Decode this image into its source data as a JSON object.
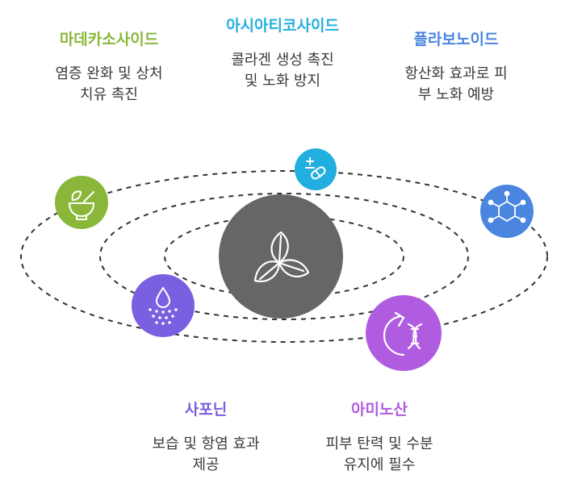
{
  "ingredients": [
    {
      "key": "madecassoside",
      "title": "마데카소사이드",
      "desc_line1": "염증 완화 및 상처",
      "desc_line2": "치유 촉진",
      "color": "#8ab73a",
      "icon": "mortar-pestle-icon"
    },
    {
      "key": "acetyl-hexapeptide",
      "title": "아시아티코사이드",
      "desc_line1": "콜라겐 생성 촉진",
      "desc_line2": "및 노화 방지",
      "color": "#23aee0",
      "icon": "pill-plus-icon"
    },
    {
      "key": "flavonoid",
      "title": "플라보노이드",
      "desc_line1": "항산화 효과로 피",
      "desc_line2": "부 노화 예방",
      "color": "#4a86e0",
      "icon": "molecule-icon"
    },
    {
      "key": "saponin",
      "title": "사포닌",
      "desc_line1": "보습 및 항염 효과",
      "desc_line2": "제공",
      "color": "#7a5fe0",
      "icon": "droplet-icon"
    },
    {
      "key": "amino-acid",
      "title": "아미노산",
      "desc_line1": "피부 탄력 및 수분",
      "desc_line2": "유지에 필수",
      "color": "#b05ce0",
      "icon": "dna-icon"
    }
  ],
  "center": {
    "color": "#666666",
    "icon": "leaves-icon"
  }
}
